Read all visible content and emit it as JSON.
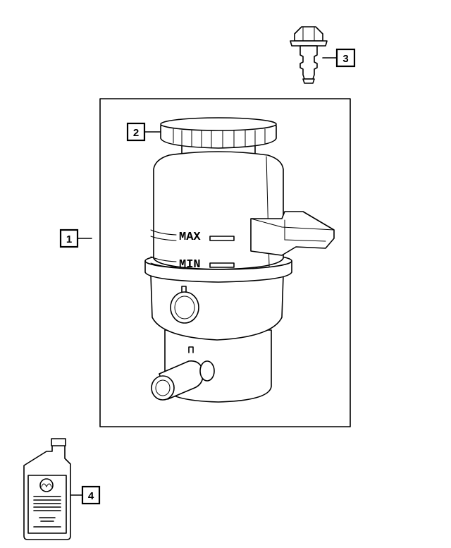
{
  "callouts": {
    "reservoir": "1",
    "cap": "2",
    "bolt": "3",
    "fluid": "4"
  },
  "reservoir_markings": {
    "max": "MAX",
    "min": "MIN"
  }
}
